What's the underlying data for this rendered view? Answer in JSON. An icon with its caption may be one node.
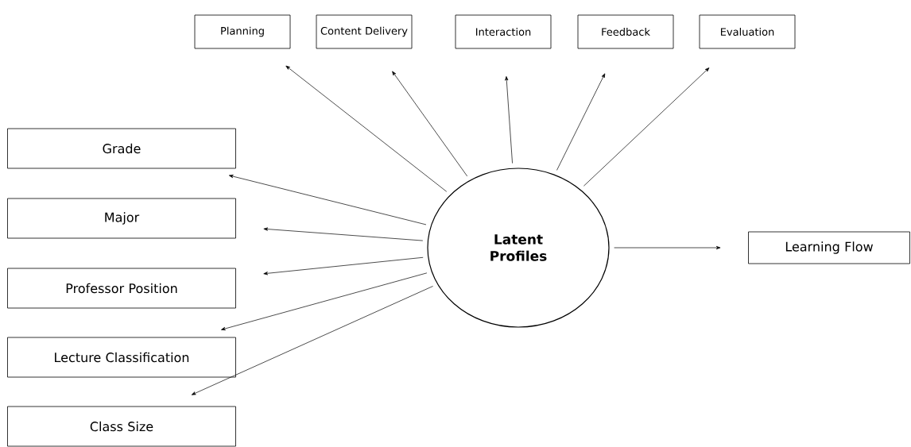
{
  "diagram": {
    "nodes": [
      {
        "text": [
          "Planning"
        ]
      },
      {
        "text": [
          "Content Delivery"
        ]
      },
      {
        "text": [
          "Interaction"
        ]
      },
      {
        "text": [
          "Feedback"
        ]
      },
      {
        "text": [
          "Evaluation"
        ]
      },
      {
        "text": [
          "Grade"
        ]
      },
      {
        "text": [
          "Major"
        ]
      },
      {
        "text": [
          "Professor Position"
        ]
      },
      {
        "text": [
          "Lecture Classification"
        ]
      },
      {
        "text": [
          "Class Size"
        ]
      },
      {
        "text": [
          "Latent Profiles"
        ]
      },
      {
        "text": [
          "Learning Flow"
        ]
      }
    ],
    "edges": [
      {
        "from": 10,
        "to": 0,
        "arrow": "to"
      },
      {
        "from": 10,
        "to": 1,
        "arrow": "to"
      },
      {
        "from": 10,
        "to": 2,
        "arrow": "to"
      },
      {
        "from": 10,
        "to": 3,
        "arrow": "to"
      },
      {
        "from": 10,
        "to": 4,
        "arrow": "to"
      },
      {
        "from": 10,
        "to": 5,
        "arrow": "to"
      },
      {
        "from": 10,
        "to": 6,
        "arrow": "to"
      },
      {
        "from": 10,
        "to": 7,
        "arrow": "to"
      },
      {
        "from": 10,
        "to": 8,
        "arrow": "to"
      },
      {
        "from": 10,
        "to": 9,
        "arrow": "to"
      },
      {
        "from": 10,
        "to": 11,
        "arrow": "to"
      }
    ]
  }
}
